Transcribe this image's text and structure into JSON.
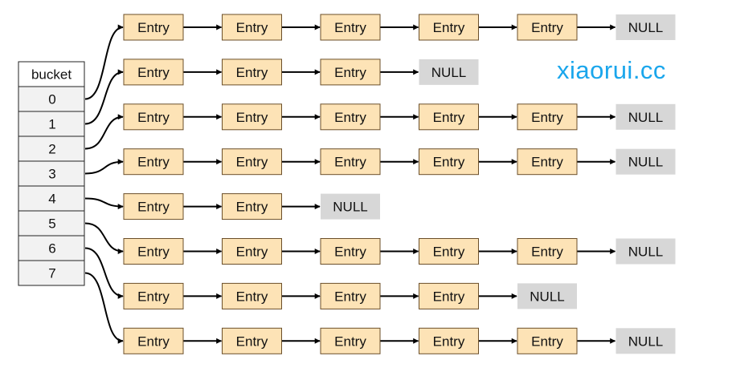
{
  "bucket_header": "bucket",
  "buckets": [
    "0",
    "1",
    "2",
    "3",
    "4",
    "5",
    "6",
    "7"
  ],
  "entry_label": "Entry",
  "null_label": "NULL",
  "chains": [
    5,
    3,
    5,
    5,
    2,
    5,
    4,
    5
  ],
  "bucket_to_chain": [
    0,
    1,
    2,
    3,
    4,
    5,
    6,
    7
  ],
  "watermark": "xiaorui.cc",
  "colors": {
    "entry_fill": "#fde3b6",
    "entry_border": "#6b4f2a",
    "null_fill": "#d7d7d7",
    "bucket_fill": "#f2f2f2",
    "bucket_border": "#222222",
    "arrow": "#000000",
    "watermark": "#1aa6ec"
  }
}
